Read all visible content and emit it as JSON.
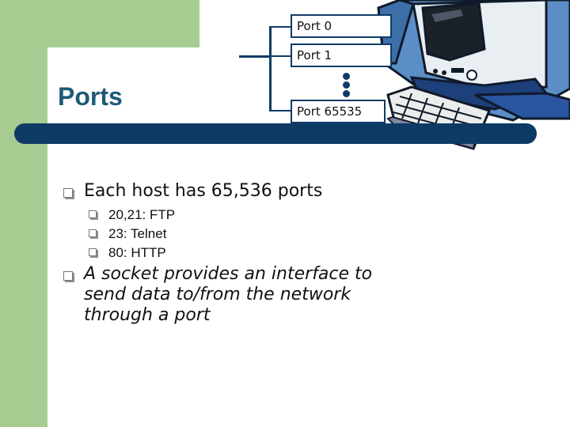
{
  "slide": {
    "title": "Ports"
  },
  "ports": {
    "port0": "Port 0",
    "port1": "Port 1",
    "portLast": "Port 65535"
  },
  "bullets": {
    "item1": "Each host has 65,536 ports",
    "sub": [
      "20,21: FTP",
      "23: Telnet",
      "80: HTTP"
    ],
    "item2": "A socket provides an interface to send data to/from the network through a port"
  },
  "icons": {
    "bullet": "checkbox-square-icon",
    "computer": "computer-clipart-icon"
  },
  "colors": {
    "green": "#a6cc91",
    "navy": "#0e3b66",
    "title": "#1e5a78"
  }
}
